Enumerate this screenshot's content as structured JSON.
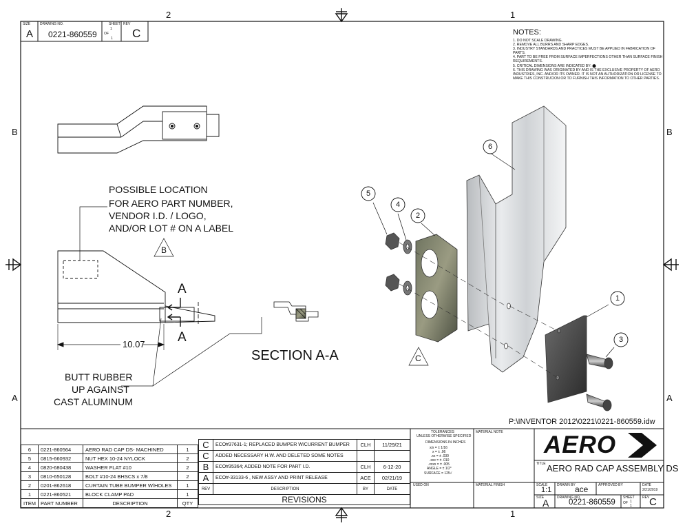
{
  "border": {
    "zones_top": [
      "2",
      "1"
    ],
    "zones_bottom": [
      "2",
      "1"
    ],
    "zones_left": [
      "B",
      "A"
    ],
    "zones_right": [
      "B",
      "A"
    ]
  },
  "topleft_block": {
    "size_label": "SIZE",
    "size": "A",
    "drawing_no_label": "DRAWING NO.",
    "drawing_no": "0221-860559",
    "sheet_label": "SHEET",
    "sheet_no": "1",
    "sheet_of": "OF",
    "sheet_total": "1",
    "rev_label": "REV",
    "rev": "C"
  },
  "notes": {
    "title": "NOTES:",
    "items": [
      "1. DO NOT SCALE DRAWING.",
      "2. REMOVE ALL BURRS AND SHARP EDGES.",
      "3. INDUSTRY STANDARDS AND PRACTICES MUST BE APPLIED IN FABRICATION OF PARTS.",
      "4. PART TO BE FREE FROM SURFACE IMPERFECTIONS OTHER THAN SURFACE FINISH REQUIREMENTS.",
      "5. CRITICAL DIMENSIONS ARE INDICATED BY: ⬤",
      "6. THIS DRAWING WAS ORIGINATED BY AND IS THE EXCLUSIVE PROPERTY OF AERO INDUSTRIES, INC. AND/OR ITS OWNER.  IT IS NOT AN AUTHORIZATION OR LICENSE TO MAKE THIS CONSTRUCION OR TO FURNISH THIS INFORMATION TO OTHER PARTIES."
    ]
  },
  "annotations": {
    "label_note": [
      "POSSIBLE LOCATION",
      "FOR AERO PART NUMBER,",
      "VENDOR I.D. / LOGO,",
      "AND/OR LOT # ON A  LABEL"
    ],
    "view_b": "B",
    "view_c": "C",
    "section_letter": "A",
    "dimension": "10.07",
    "butt_note": [
      "BUTT RUBBER",
      "UP AGAINST",
      "CAST ALUMINUM"
    ],
    "section_title": "SECTION A-A",
    "balloons": [
      "1",
      "2",
      "3",
      "4",
      "5",
      "6"
    ],
    "file_path": "P:\\INVENTOR 2012\\0221\\0221-860559.idw"
  },
  "bom": {
    "headers": [
      "ITEM",
      "PART NUMBER",
      "DESCRIPTION",
      "QTY"
    ],
    "rows": [
      {
        "item": "6",
        "part": "0221-860564",
        "desc": "AERO RAD CAP DS- MACHINED",
        "qty": "1"
      },
      {
        "item": "5",
        "part": "0815-660932",
        "desc": "NUT HEX 10-24 NYLOCK",
        "qty": "2"
      },
      {
        "item": "4",
        "part": "0820-680438",
        "desc": "WASHER FLAT #10",
        "qty": "2"
      },
      {
        "item": "3",
        "part": "0810-650128",
        "desc": "BOLT #10-24 BHSCS x 7/8",
        "qty": "2"
      },
      {
        "item": "2",
        "part": "0201-862618",
        "desc": "CURTAIN TUBE BUMPER W/HOLES",
        "qty": "1"
      },
      {
        "item": "1",
        "part": "0221-860521",
        "desc": "BLOCK CLAMP PAD",
        "qty": "1"
      }
    ]
  },
  "revisions": {
    "title": "REVISIONS",
    "headers": [
      "REV",
      "DESCRIPTION",
      "BY",
      "DATE"
    ],
    "rows": [
      {
        "rev": "C",
        "desc": "ECO#37631-1; REPLACED BUMPER W/CURRENT BUMPER",
        "by": "CLH",
        "date": "11/29/21"
      },
      {
        "rev": "C",
        "desc": "ADDED NECESSARY H.W. AND DELETED SOME NOTES",
        "by": "",
        "date": ""
      },
      {
        "rev": "B",
        "desc": "ECO#35364; ADDED NOTE FOR PART I.D.",
        "by": "CLH",
        "date": "6-12-20"
      },
      {
        "rev": "A",
        "desc": "ECO#-33133-6 , NEW ASSY AND PRINT RELEASE",
        "by": "ACE",
        "date": "02/21/19"
      }
    ]
  },
  "tolerances": {
    "title1": "TOLERANCES",
    "title2": "UNLESS OTHERWISE SPECIFIED",
    "title3": "DIMENSIONS IN INCHES",
    "lines": [
      "x/x =  ± 1/16",
      "x =  ± .06",
      ".xx =  ± .030",
      ".xxx =  ± .010",
      ".xxxx =  ± .005",
      "ANGLE =  ± 1/2°",
      "SURFACE =  125√"
    ],
    "used_on": "USED ON"
  },
  "material": {
    "note_label": "MATERIAL NOTE",
    "finish_label": "MATERIAL FINISH"
  },
  "title_block": {
    "logo": "AERO",
    "title_label": "TITLE",
    "title": "AERO RAD CAP ASSEMBLY DS",
    "scale_label": "SCALE",
    "scale": "1:1",
    "drawn_by_label": "DRAWN BY",
    "drawn_by": "ace",
    "approved_label": "APPROVED BY",
    "approved_by": "",
    "date_label": "DATE",
    "date": "2/21/2019",
    "size_label": "SIZE",
    "size": "A",
    "drawing_no_label": "DRAWING NO.",
    "drawing_no": "0221-860559",
    "sheet_label": "SHEET",
    "sheet_no": "1",
    "sheet_of": "OF",
    "sheet_total": "1",
    "rev_label": "REV",
    "rev": "C"
  }
}
